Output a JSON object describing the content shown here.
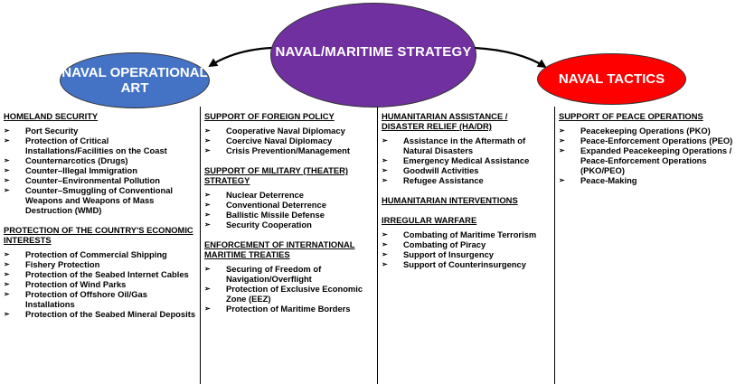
{
  "center_node": {
    "label": "NAVAL/MARITIME STRATEGY",
    "color": "#7030a0"
  },
  "left_node": {
    "label": "NAVAL OPERATIONAL ART",
    "color": "#4472c4"
  },
  "right_node": {
    "label": "NAVAL TACTICS",
    "color": "#ff0000"
  },
  "bullet_glyph": "➢",
  "columns": [
    {
      "sections": [
        {
          "heading": "HOMELAND SECURITY",
          "items": [
            "Port Security",
            "Protection of Critical Installations/Facilities on the Coast",
            "Counternarcotics (Drugs)",
            "Counter–Illegal Immigration",
            "Counter–Environmental Pollution",
            "Counter–Smuggling of Conventional Weapons and Weapons of Mass Destruction (WMD)"
          ]
        },
        {
          "heading": "PROTECTION OF THE COUNTRY'S ECONOMIC INTERESTS",
          "items": [
            "Protection of Commercial Shipping",
            "Fishery Protection",
            "Protection of the Seabed Internet Cables",
            "Protection of Wind Parks",
            "Protection of Offshore Oil/Gas Installations",
            "Protection of the Seabed Mineral Deposits"
          ]
        }
      ]
    },
    {
      "sections": [
        {
          "heading": "SUPPORT OF FOREIGN POLICY",
          "items": [
            "Cooperative Naval Diplomacy",
            "Coercive Naval Diplomacy",
            "Crisis Prevention/Management"
          ]
        },
        {
          "heading": "SUPPORT OF MILITARY (THEATER) STRATEGY",
          "items": [
            "Nuclear Deterrence",
            "Conventional Deterrence",
            "Ballistic Missile Defense",
            "Security Cooperation"
          ]
        },
        {
          "heading": "ENFORCEMENT OF INTERNATIONAL MARITIME TREATIES",
          "items": [
            "Securing of Freedom of Navigation/Overflight",
            "Protection of Exclusive Economic Zone (EEZ)",
            "Protection of Maritime Borders"
          ]
        }
      ]
    },
    {
      "sections": [
        {
          "heading": "HUMANITARIAN ASSISTANCE / DISASTER RELIEF (HA/DR)",
          "items": [
            "Assistance in the Aftermath of Natural Disasters",
            "Emergency Medical Assistance",
            "Goodwill Activities",
            "Refugee Assistance"
          ]
        },
        {
          "heading": "HUMANITARIAN INTERVENTIONS",
          "items": []
        },
        {
          "heading": "IRREGULAR WARFARE",
          "items": [
            "Combating of Maritime Terrorism",
            "Combating of Piracy",
            "Support of Insurgency",
            "Support of Counterinsurgency"
          ]
        }
      ]
    },
    {
      "sections": [
        {
          "heading": "SUPPORT OF PEACE OPERATIONS",
          "items": [
            "Peacekeeping Operations (PKO)",
            "Peace-Enforcement Operations (PEO)",
            "Expanded Peacekeeping Operations / Peace-Enforcement Operations (PKO/PEO)",
            "Peace-Making"
          ]
        }
      ]
    }
  ]
}
